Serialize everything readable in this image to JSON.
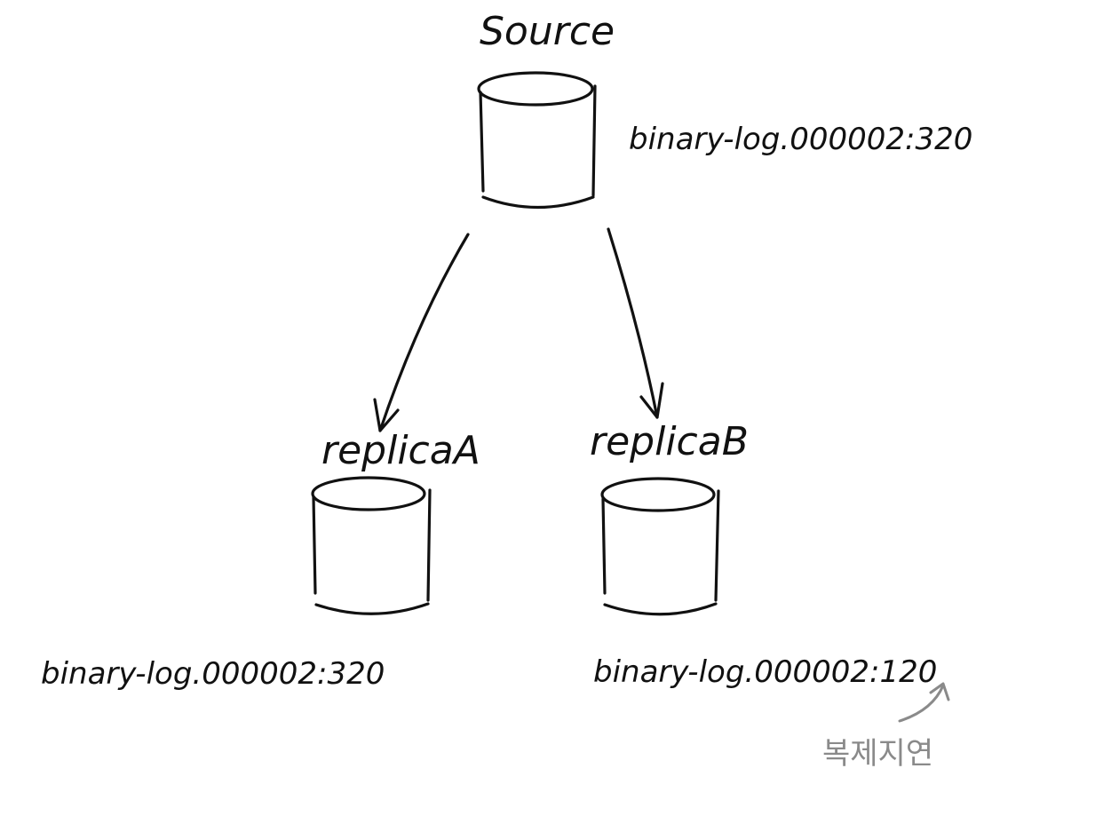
{
  "nodes": {
    "source": {
      "label": "Source",
      "position_text": "binary-log.000002:320"
    },
    "replica_a": {
      "label": "replicaA",
      "position_text": "binary-log.000002:320"
    },
    "replica_b": {
      "label": "replicaB",
      "position_text": "binary-log.000002:120"
    }
  },
  "annotation": {
    "text": "복제지연"
  },
  "colors": {
    "ink": "#111111",
    "annotation": "#8a8a8a",
    "background": "#ffffff"
  }
}
